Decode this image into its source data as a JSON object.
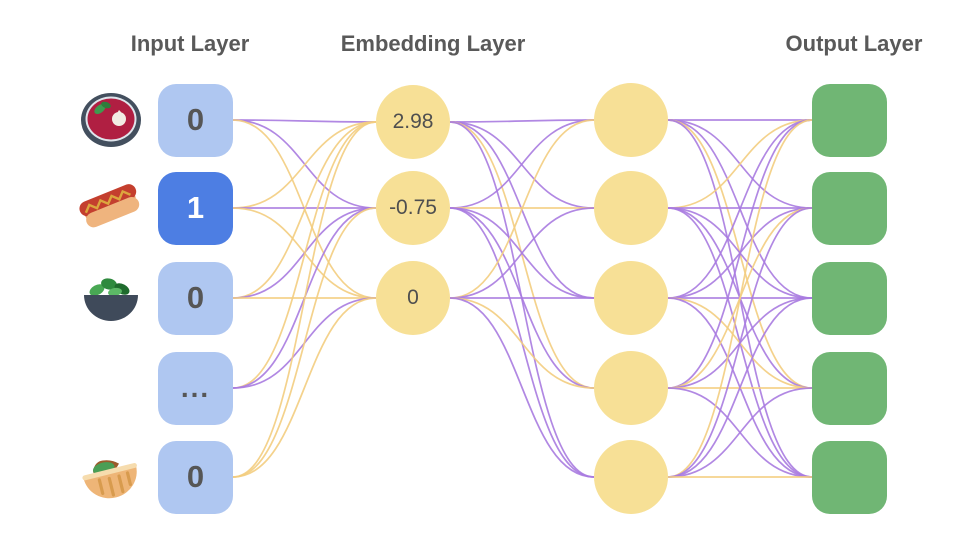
{
  "headers": {
    "input": "Input Layer",
    "embedding": "Embedding Layer",
    "output": "Output Layer"
  },
  "colors": {
    "background": "#ffffff",
    "header_text": "#595959",
    "input_node": "#afc7f1",
    "input_node_active": "#4d7ee3",
    "input_text": "#565656",
    "input_text_active": "#ffffff",
    "embedding_node": "#f7e096",
    "hidden_node": "#f7e096",
    "embedding_text": "#4f4f4f",
    "output_node": "#70b674",
    "edge_purple": "#a87be0",
    "edge_yellow": "#f3cd80"
  },
  "input_layer": {
    "nodes": [
      {
        "value": "0",
        "active": false,
        "icon": "soup-bowl"
      },
      {
        "value": "1",
        "active": true,
        "icon": "hot-dog"
      },
      {
        "value": "0",
        "active": false,
        "icon": "salad"
      },
      {
        "value": "...",
        "active": false,
        "icon": null
      },
      {
        "value": "0",
        "active": false,
        "icon": "pita"
      }
    ]
  },
  "embedding_layer": {
    "nodes": [
      {
        "value": "2.98"
      },
      {
        "value": "-0.75"
      },
      {
        "value": "0"
      }
    ]
  },
  "hidden_layer": {
    "count": 5
  },
  "output_layer": {
    "count": 5
  },
  "edges": {
    "input_to_embedding": [
      [
        0,
        0,
        "p"
      ],
      [
        0,
        1,
        "p"
      ],
      [
        0,
        2,
        "y"
      ],
      [
        1,
        0,
        "y"
      ],
      [
        1,
        1,
        "p"
      ],
      [
        1,
        2,
        "y"
      ],
      [
        2,
        0,
        "y"
      ],
      [
        2,
        1,
        "p"
      ],
      [
        2,
        2,
        "y"
      ],
      [
        3,
        0,
        "y"
      ],
      [
        3,
        1,
        "p"
      ],
      [
        3,
        2,
        "p"
      ],
      [
        4,
        0,
        "y"
      ],
      [
        4,
        1,
        "y"
      ],
      [
        4,
        2,
        "y"
      ]
    ],
    "embedding_to_hidden": [
      [
        0,
        0,
        "p"
      ],
      [
        0,
        1,
        "p"
      ],
      [
        0,
        2,
        "p"
      ],
      [
        0,
        3,
        "y"
      ],
      [
        0,
        4,
        "p"
      ],
      [
        1,
        0,
        "p"
      ],
      [
        1,
        1,
        "y"
      ],
      [
        1,
        2,
        "p"
      ],
      [
        1,
        3,
        "p"
      ],
      [
        1,
        4,
        "p"
      ],
      [
        2,
        0,
        "y"
      ],
      [
        2,
        1,
        "p"
      ],
      [
        2,
        2,
        "p"
      ],
      [
        2,
        3,
        "y"
      ],
      [
        2,
        4,
        "p"
      ]
    ],
    "hidden_to_output": [
      [
        0,
        0,
        "p"
      ],
      [
        0,
        1,
        "p"
      ],
      [
        0,
        2,
        "p"
      ],
      [
        0,
        3,
        "y"
      ],
      [
        0,
        4,
        "p"
      ],
      [
        1,
        0,
        "y"
      ],
      [
        1,
        1,
        "p"
      ],
      [
        1,
        2,
        "p"
      ],
      [
        1,
        3,
        "p"
      ],
      [
        1,
        4,
        "p"
      ],
      [
        2,
        0,
        "p"
      ],
      [
        2,
        1,
        "p"
      ],
      [
        2,
        2,
        "p"
      ],
      [
        2,
        3,
        "y"
      ],
      [
        2,
        4,
        "p"
      ],
      [
        3,
        0,
        "p"
      ],
      [
        3,
        1,
        "y"
      ],
      [
        3,
        2,
        "p"
      ],
      [
        3,
        3,
        "y"
      ],
      [
        3,
        4,
        "p"
      ],
      [
        4,
        0,
        "y"
      ],
      [
        4,
        1,
        "p"
      ],
      [
        4,
        2,
        "p"
      ],
      [
        4,
        3,
        "p"
      ],
      [
        4,
        4,
        "y"
      ]
    ]
  }
}
